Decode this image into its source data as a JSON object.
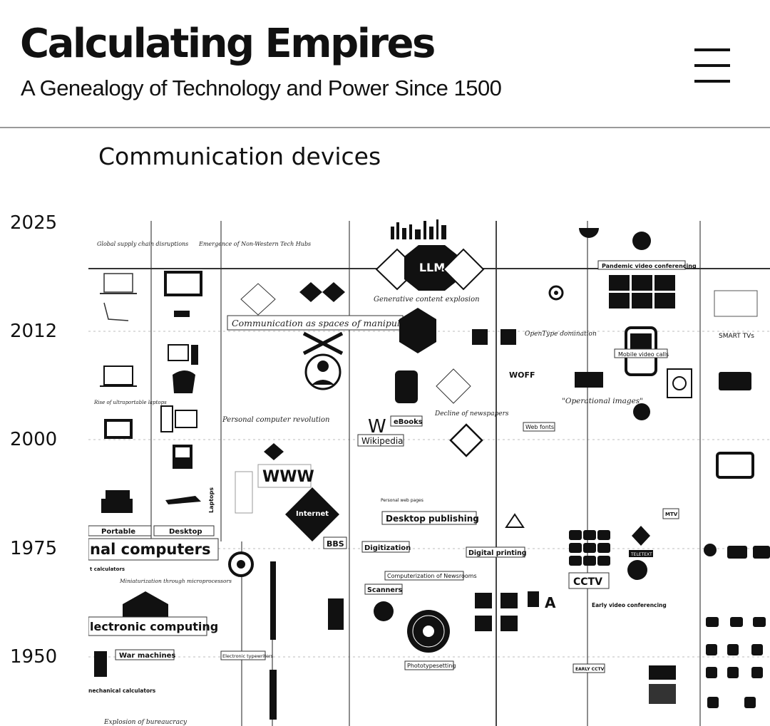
{
  "header": {
    "title": "Calculating Empires",
    "subtitle": "A Genealogy of Technology and Power Since 1500"
  },
  "section": {
    "title": "Communication devices"
  },
  "timeline": {
    "years": [
      "2025",
      "2012",
      "2000",
      "1975",
      "1950"
    ]
  },
  "map": {
    "labels": {
      "global_supply": "Global supply chain disruptions",
      "emergence": "Emergence of Non-Western Tech Hubs",
      "llm": "LLM",
      "generative_explosion": "Generative content explosion",
      "comm_spaces": "Communication as spaces of manipulation",
      "pandemic": "Pandemic video conferencing",
      "opentype": "OpenType domination",
      "smart_tvs": "SMART TVs",
      "mobile_video": "Mobile video calls",
      "woff": "WOFF",
      "operational_images": "\"Operational images\"",
      "personal_computer_rev": "Personal computer revolution",
      "rise_ultraportable": "Rise of ultraportable laptops",
      "decline_newspapers": "Decline of newspapers",
      "wikipedia": "Wikipedia",
      "ebooks": "eBooks",
      "web_fonts": "Web fonts",
      "www": "WWW",
      "internet": "Internet",
      "desktop_publishing": "Desktop publishing",
      "personal_web_pages": "Personal web pages",
      "portable": "Portable",
      "desktop": "Desktop",
      "laptops": "Laptops",
      "personal_computers": "nal computers",
      "calculators": "t calculators",
      "bbs": "BBS",
      "digitization": "Digitization",
      "digital_printing": "Digital printing",
      "computerization": "Computerization of Newsrooms",
      "scanners": "Scanners",
      "cctv": "CCTV",
      "early_video_conf": "Early video conferencing",
      "electronic_computing": "lectronic computing",
      "war_machines": "War machines",
      "mechanical_calculators": "nechanical calculators",
      "explosion_bureaucracy": "Explosion of bureaucracy",
      "photo_typesetting": "Phototypesetting",
      "miniaturization": "Miniaturization through microprocessors",
      "electronic_typewriters": "Electronic typewriters",
      "early_cctv": "EARLY CCTV",
      "mtv": "MTV",
      "teletext": "TELETEXT"
    }
  }
}
